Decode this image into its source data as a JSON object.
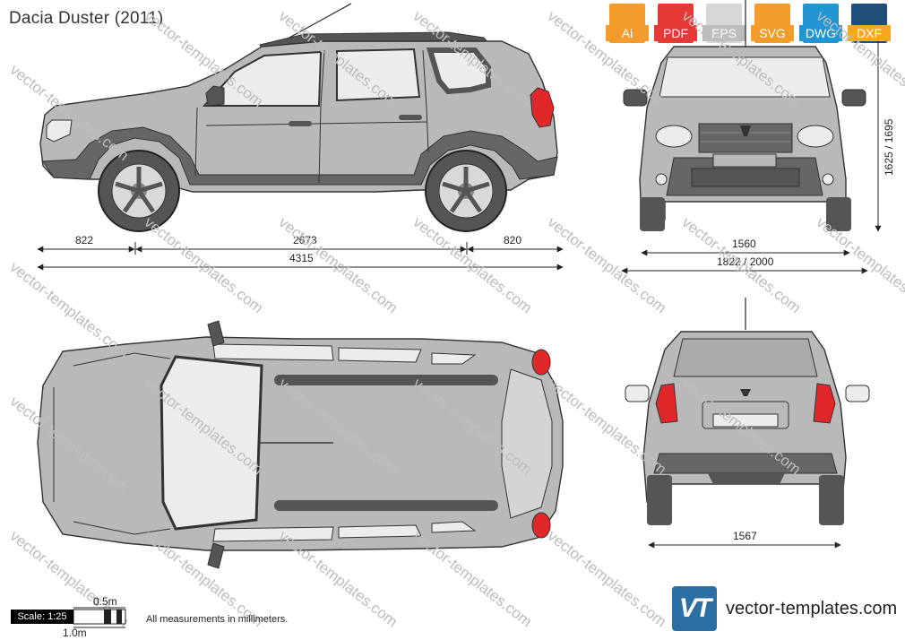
{
  "title": "Dacia Duster (2011)",
  "formats": [
    {
      "label": "Ai",
      "color": "#f39c2b"
    },
    {
      "label": "PDF",
      "color": "#e53935"
    },
    {
      "label": "EPS",
      "color": "#bdbdbd"
    },
    {
      "label": "SVG",
      "color": "#f39c2b"
    },
    {
      "label": "DWG",
      "color": "#2196d3"
    },
    {
      "label": "DXF",
      "color": "#f6a821"
    }
  ],
  "dimensions": {
    "front_overhang": "822",
    "wheelbase": "2673",
    "rear_overhang": "820",
    "length": "4315",
    "front_track": "1560",
    "width": "1822 / 2000",
    "height": "1625 / 1695",
    "rear_track": "1567"
  },
  "watermark": "vector-templates.com",
  "scale": {
    "label": "Scale: 1:25",
    "half": "0.5m",
    "full": "1.0m"
  },
  "note": "All measurements in millimeters.",
  "brand": {
    "logo": "VT",
    "url": "vector-templates.com"
  },
  "colors": {
    "body": "#b9b9b9",
    "dark": "#555555",
    "glass": "#ececec",
    "tail": "#e0282a"
  }
}
